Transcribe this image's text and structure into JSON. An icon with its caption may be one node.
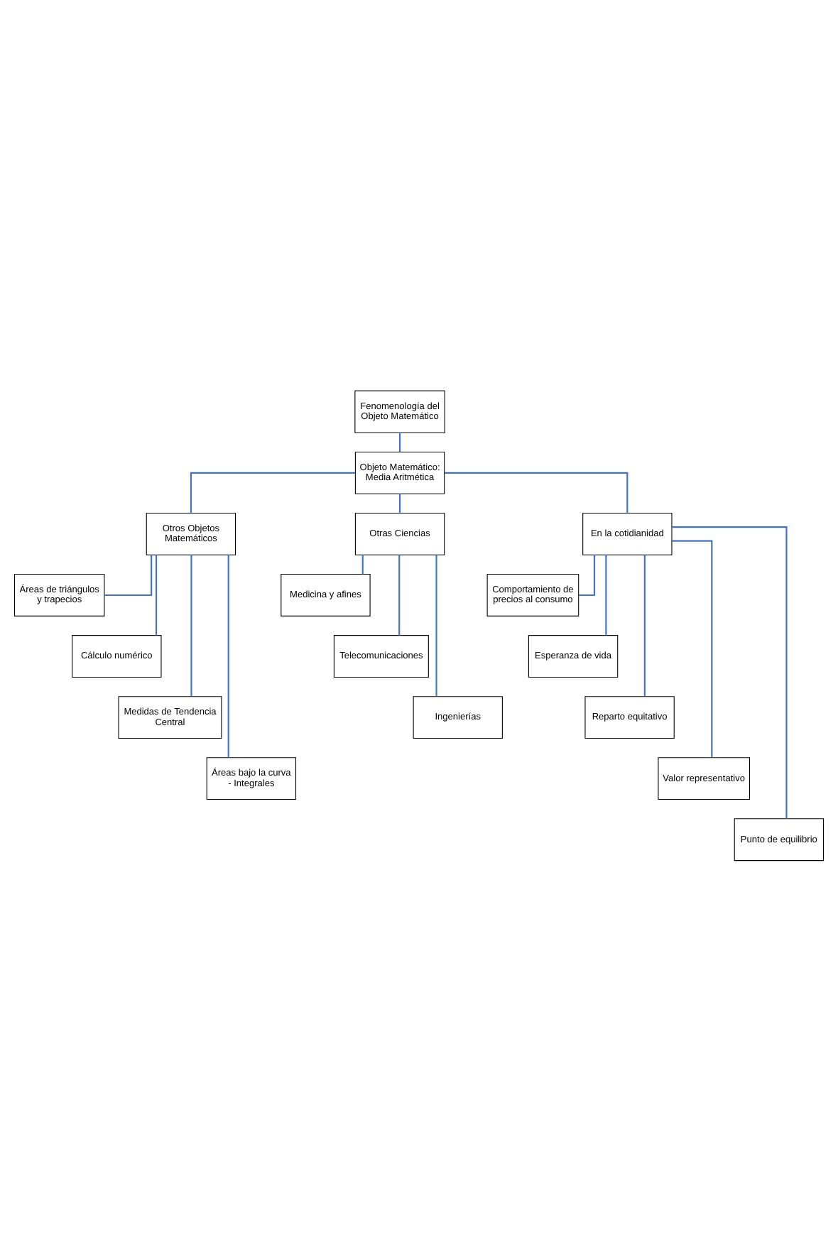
{
  "diagram": {
    "nodes": [
      {
        "text": [
          "Fenomenología del Objeto Matemático"
        ]
      },
      {
        "text": [
          "Objeto Matemático: Media Aritmética"
        ]
      },
      {
        "text": [
          "Otros Objetos Matemáticos"
        ]
      },
      {
        "text": [
          "Otras Ciencias"
        ]
      },
      {
        "text": [
          "En la cotidianidad"
        ]
      },
      {
        "text": [
          "Áreas de triángulos y trapecios"
        ]
      },
      {
        "text": [
          "Cálculo numérico"
        ]
      },
      {
        "text": [
          "Medidas de Tendencia Central"
        ]
      },
      {
        "text": [
          "Áreas bajo la curva - Integrales"
        ]
      },
      {
        "text": [
          "Medicina y afines"
        ]
      },
      {
        "text": [
          "Telecomunicaciones"
        ]
      },
      {
        "text": [
          "Ingenierías"
        ]
      },
      {
        "text": [
          "Comportamiento de precios al consumo"
        ]
      },
      {
        "text": [
          "Esperanza de vida"
        ]
      },
      {
        "text": [
          "Reparto equitativo"
        ]
      },
      {
        "text": [
          "Valor representativo"
        ]
      },
      {
        "text": [
          "Punto de equilibrio"
        ]
      }
    ],
    "edges": [
      {
        "from": 0,
        "to": 1,
        "arrow": "none"
      },
      {
        "from": 1,
        "to": 2,
        "arrow": "none"
      },
      {
        "from": 1,
        "to": 3,
        "arrow": "none"
      },
      {
        "from": 1,
        "to": 4,
        "arrow": "none"
      },
      {
        "from": 2,
        "to": 5,
        "arrow": "none"
      },
      {
        "from": 2,
        "to": 6,
        "arrow": "none"
      },
      {
        "from": 2,
        "to": 7,
        "arrow": "none"
      },
      {
        "from": 2,
        "to": 8,
        "arrow": "none"
      },
      {
        "from": 3,
        "to": 9,
        "arrow": "none"
      },
      {
        "from": 3,
        "to": 10,
        "arrow": "none"
      },
      {
        "from": 3,
        "to": 11,
        "arrow": "none"
      },
      {
        "from": 4,
        "to": 12,
        "arrow": "none"
      },
      {
        "from": 4,
        "to": 13,
        "arrow": "none"
      },
      {
        "from": 4,
        "to": 14,
        "arrow": "none"
      },
      {
        "from": 4,
        "to": 15,
        "arrow": "none"
      },
      {
        "from": 4,
        "to": 16,
        "arrow": "none"
      }
    ]
  }
}
